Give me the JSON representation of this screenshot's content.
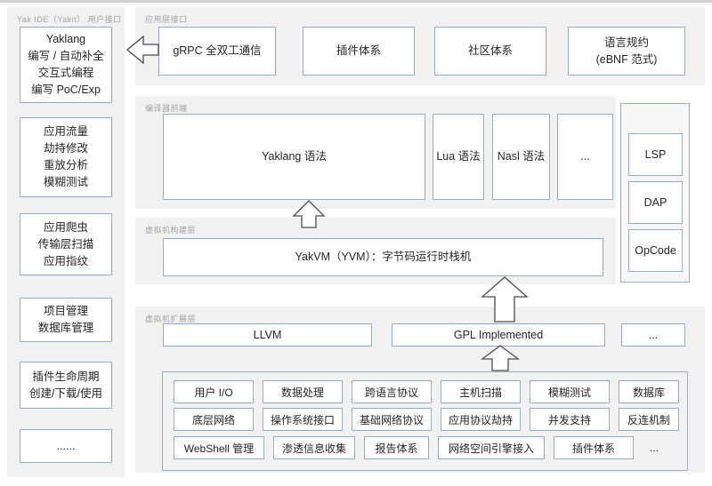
{
  "colors": {
    "panel_bg": "#f1f1f2",
    "box_border": "#9bacc7",
    "box_bg": "#ffffff",
    "section_label": "#a3a3a3",
    "text": "#262626",
    "arrow_stroke": "#4d4d4d"
  },
  "sidebar": {
    "label": "Yak IDE（Yakit） 用户接口",
    "items": [
      {
        "lines": [
          "Yaklang",
          "编写 / 自动补全",
          "交互式编程",
          "编写 PoC/Exp"
        ]
      },
      {
        "lines": [
          "应用流量",
          "劫持修改",
          "重放分析",
          "模糊测试"
        ]
      },
      {
        "lines": [
          "应用爬虫",
          "传输层扫描",
          "应用指纹"
        ]
      },
      {
        "lines": [
          "项目管理",
          "数据库管理"
        ]
      },
      {
        "lines": [
          "插件生命周期",
          "创建/下载/使用"
        ]
      },
      {
        "lines": [
          "......"
        ]
      }
    ]
  },
  "app_layer": {
    "label": "应用层接口",
    "boxes": [
      {
        "lines": [
          "gRPC 全双工通信"
        ]
      },
      {
        "lines": [
          "插件体系"
        ]
      },
      {
        "lines": [
          "社区体系"
        ]
      },
      {
        "lines": [
          "语言规约",
          "(eBNF 范式)"
        ]
      }
    ]
  },
  "compiler_layer": {
    "label": "编译器前端",
    "boxes": [
      "Yaklang 语法",
      "Lua 语法",
      "Nasl 语法",
      "..."
    ]
  },
  "tooling_column": {
    "boxes": [
      "LSP",
      "DAP",
      "OpCode"
    ]
  },
  "vm_layer": {
    "label": "虚拟机构建层",
    "box": "YakVM（YVM）：字节码运行时栈机"
  },
  "vm_ext_layer": {
    "label": "虚拟机扩展层",
    "boxes": [
      "LLVM",
      "GPL Implemented",
      "..."
    ],
    "grid": [
      [
        "用户 I/O",
        "数据处理",
        "跨语言协议",
        "主机扫描",
        "模糊测试",
        "数据库"
      ],
      [
        "底层网络",
        "操作系统接口",
        "基础网络协议",
        "应用协议劫持",
        "并发支持",
        "反连机制"
      ],
      [
        "WebShell 管理",
        "渗透信息收集",
        "报告体系",
        "网络空间引擎接入",
        "插件体系",
        "..."
      ]
    ]
  }
}
